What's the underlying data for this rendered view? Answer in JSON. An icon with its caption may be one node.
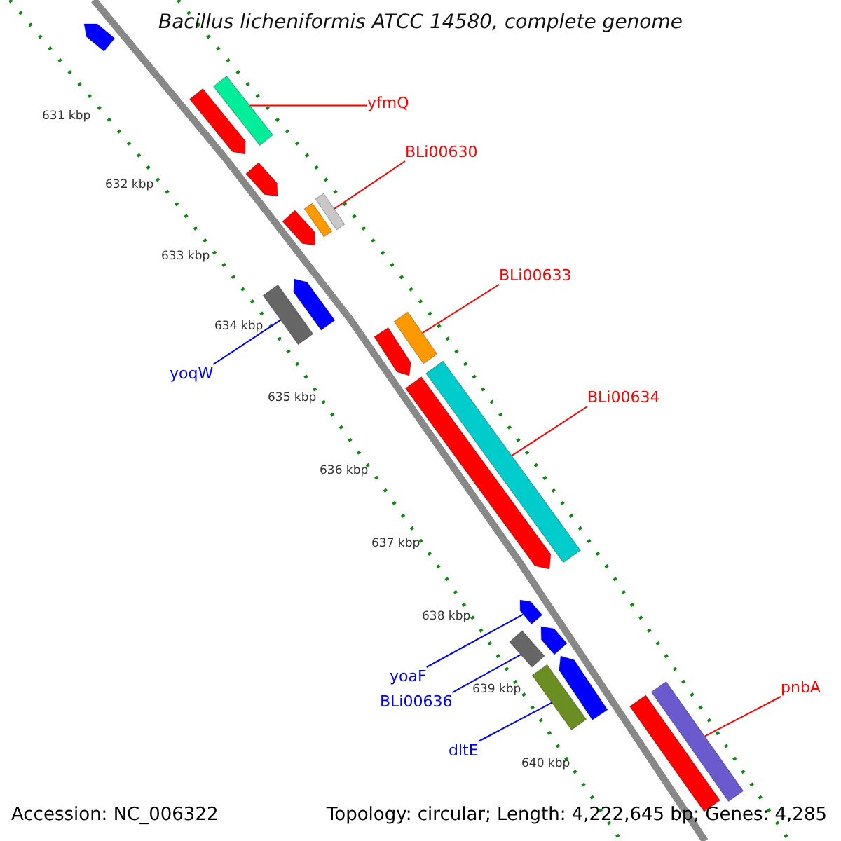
{
  "diagram": {
    "title": "Bacillus licheniformis ATCC 14580, complete genome",
    "nodes": [
      {
        "text": [
          "yfmQ"
        ]
      },
      {
        "text": [
          "BLi00630"
        ]
      },
      {
        "text": [
          "BLi00633"
        ]
      },
      {
        "text": [
          "BLi00634"
        ]
      },
      {
        "text": [
          "yoqW"
        ]
      },
      {
        "text": [
          "yoaF"
        ]
      },
      {
        "text": [
          "BLi00636"
        ]
      },
      {
        "text": [
          "dltE"
        ]
      },
      {
        "text": [
          "pnbA"
        ]
      },
      {
        "text": [],
        "shape": "bar"
      },
      {
        "text": [],
        "shape": "bar"
      },
      {
        "text": [],
        "shape": "bar"
      },
      {
        "text": [],
        "shape": "bar"
      },
      {
        "text": [],
        "shape": "bar"
      },
      {
        "text": [],
        "shape": "bar"
      },
      {
        "text": [],
        "shape": "bar"
      },
      {
        "text": [],
        "shape": "bar"
      },
      {
        "text": [],
        "shape": "bar"
      },
      {
        "text": [],
        "shape": "bar"
      },
      {
        "text": [],
        "shape": "bar"
      },
      {
        "text": [],
        "shape": "bar"
      },
      {
        "text": [],
        "shape": "bar"
      },
      {
        "text": [],
        "shape": "bar"
      },
      {
        "text": [],
        "shape": "bar"
      },
      {
        "text": [],
        "shape": "bar"
      },
      {
        "text": [],
        "shape": "bar"
      },
      {
        "text": [],
        "shape": "bar"
      },
      {
        "text": [],
        "shape": "bar"
      },
      {
        "text": [],
        "shape": "bar"
      }
    ],
    "edges": [
      {
        "from": 0,
        "to": 10,
        "arrow": "none"
      },
      {
        "from": 1,
        "to": 13,
        "arrow": "none"
      },
      {
        "from": 2,
        "to": 18,
        "arrow": "none"
      },
      {
        "from": 3,
        "to": 20,
        "arrow": "none"
      },
      {
        "from": 4,
        "to": 16,
        "arrow": "none",
        "color": "#0000ff"
      },
      {
        "from": 5,
        "to": 22,
        "arrow": "none",
        "color": "#0000ff"
      },
      {
        "from": 6,
        "to": 24,
        "arrow": "none",
        "color": "#0000ff"
      },
      {
        "from": 7,
        "to": 26,
        "arrow": "none",
        "color": "#0000ff"
      },
      {
        "from": 8,
        "to": 27,
        "arrow": "none"
      }
    ],
    "labels": [
      "631 kbp",
      "632 kbp",
      "633 kbp",
      "634 kbp",
      "635 kbp",
      "636 kbp",
      "637 kbp",
      "638 kbp",
      "639 kbp",
      "640 kbp",
      "Accession: NC_006322",
      "Topology: circular; Length: 4,222,645 bp; Genes: 4,285"
    ]
  }
}
